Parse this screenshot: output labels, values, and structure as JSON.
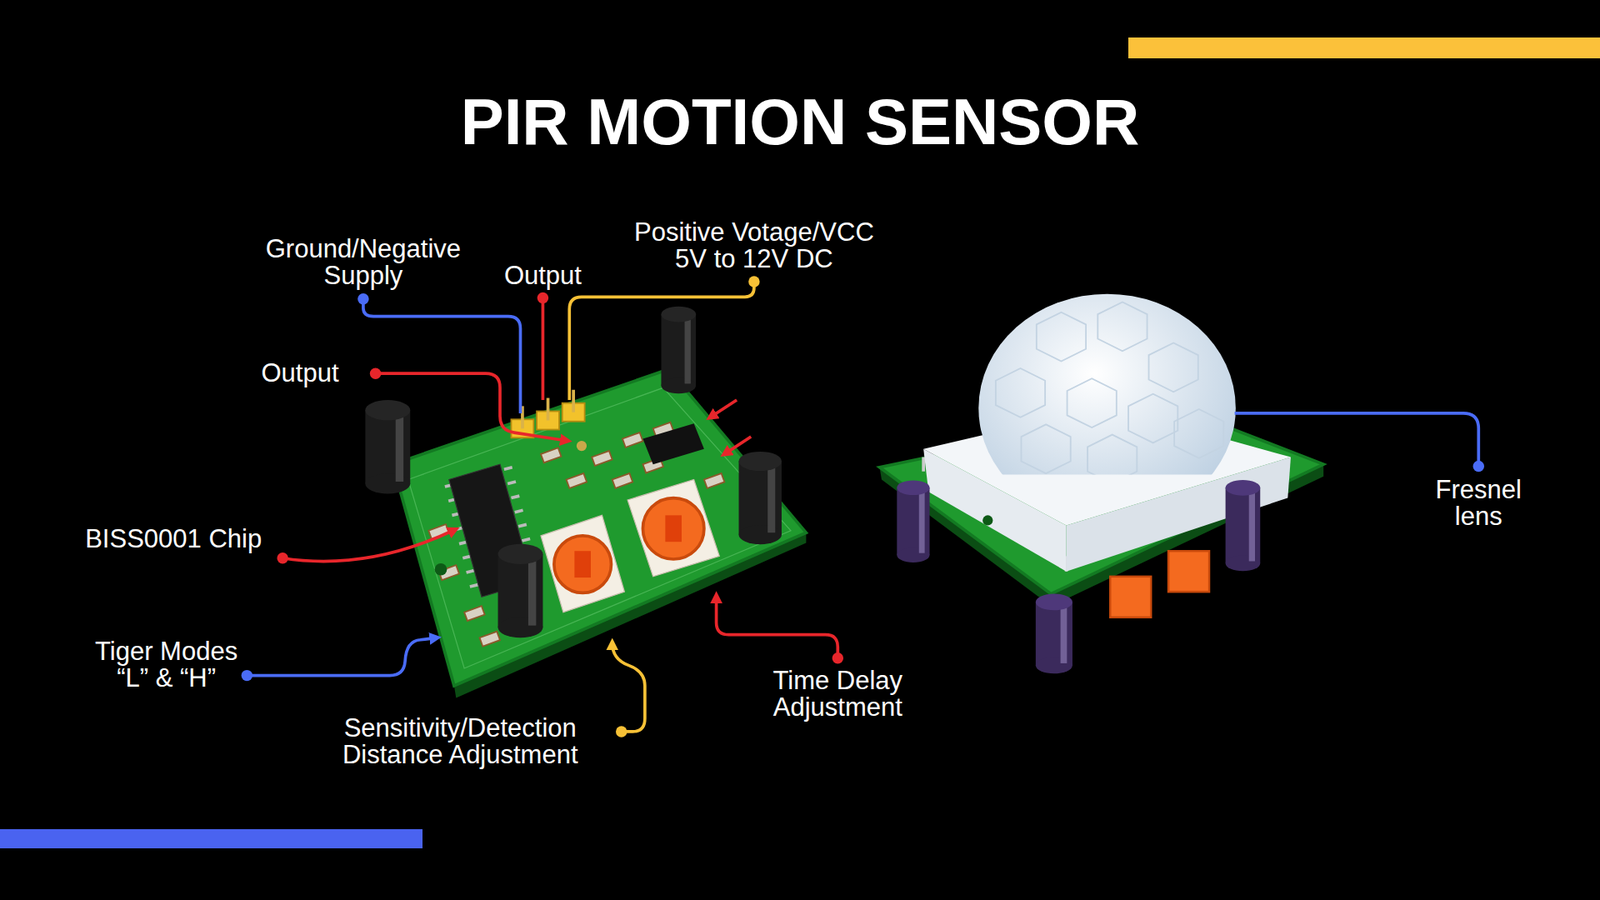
{
  "diagram": {
    "title": "PIR MOTION SENSOR",
    "labels": [
      "Ground/Negative Supply",
      "Output",
      "Positive Votage/VCC 5V to 12V DC",
      "Output",
      "BISS0001 Chip",
      "Tiger Modes “L” & “H”",
      "Sensitivity/Detection Distance Adjustment",
      "Time Delay Adjustment",
      "Fresnel lens"
    ]
  }
}
